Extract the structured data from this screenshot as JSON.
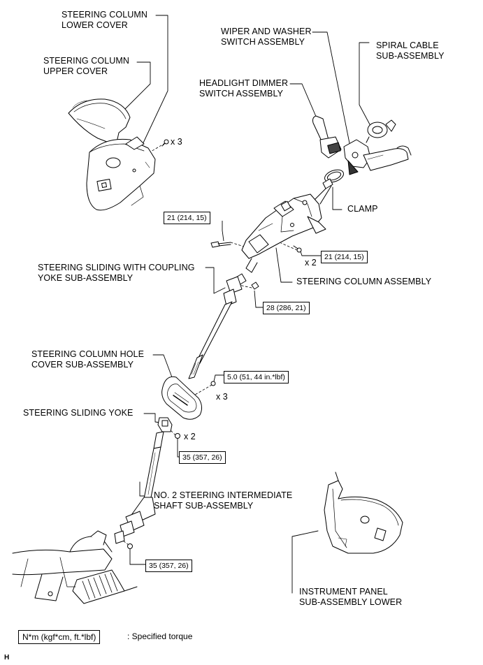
{
  "labels": {
    "lower_cover": "STEERING COLUMN\nLOWER COVER",
    "upper_cover": "STEERING COLUMN\nUPPER COVER",
    "wiper_switch": "WIPER AND WASHER\nSWITCH ASSEMBLY",
    "spiral_cable": "SPIRAL CABLE\nSUB-ASSEMBLY",
    "headlight_switch": "HEADLIGHT DIMMER\nSWITCH ASSEMBLY",
    "clamp": "CLAMP",
    "sliding_coupling": "STEERING SLIDING WITH COUPLING\nYOKE SUB-ASSEMBLY",
    "column_assembly": "STEERING COLUMN ASSEMBLY",
    "hole_cover": "STEERING COLUMN HOLE\nCOVER SUB-ASSEMBLY",
    "sliding_yoke": "STEERING SLIDING YOKE",
    "intermediate_shaft": "NO. 2 STEERING INTERMEDIATE\nSHAFT SUB-ASSEMBLY",
    "panel_lower": "INSTRUMENT PANEL\nSUB-ASSEMBLY LOWER"
  },
  "torques": {
    "column_left": "21 (214, 15)",
    "column_right": "21 (214, 15)",
    "coupling": "28 (286, 21)",
    "hole_cover": "5.0 (51, 44 in.*lbf)",
    "sliding_yoke": "35 (357, 26)",
    "gear": "35 (357, 26)"
  },
  "counts": {
    "upper_cover_screws": "x 3",
    "column_bolts": "x 2",
    "hole_cover_nuts": "x 3",
    "yoke_bolts": "x 2"
  },
  "legend": {
    "box": "N*m (kgf*cm, ft.*lbf)",
    "text": ": Specified torque"
  },
  "corner_mark": "H"
}
